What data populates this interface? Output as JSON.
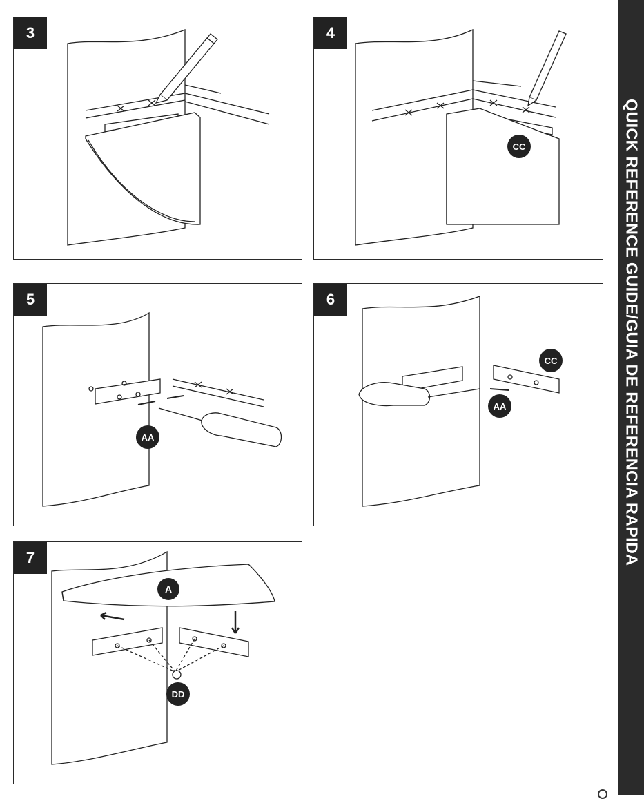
{
  "sidebar": {
    "title": "QUICK REFERENCE GUIDE/GUIA DE REFERENCIA RAPIDA"
  },
  "steps": [
    {
      "number": "3"
    },
    {
      "number": "4",
      "callout": "CC"
    },
    {
      "number": "5",
      "callout": "AA"
    },
    {
      "number": "6",
      "callouts": [
        "CC",
        "AA"
      ]
    },
    {
      "number": "7",
      "callouts": [
        "A",
        "DD"
      ]
    }
  ],
  "colors": {
    "ink": "#222222",
    "sidebar": "#2b2b2b",
    "paper": "#ffffff"
  }
}
